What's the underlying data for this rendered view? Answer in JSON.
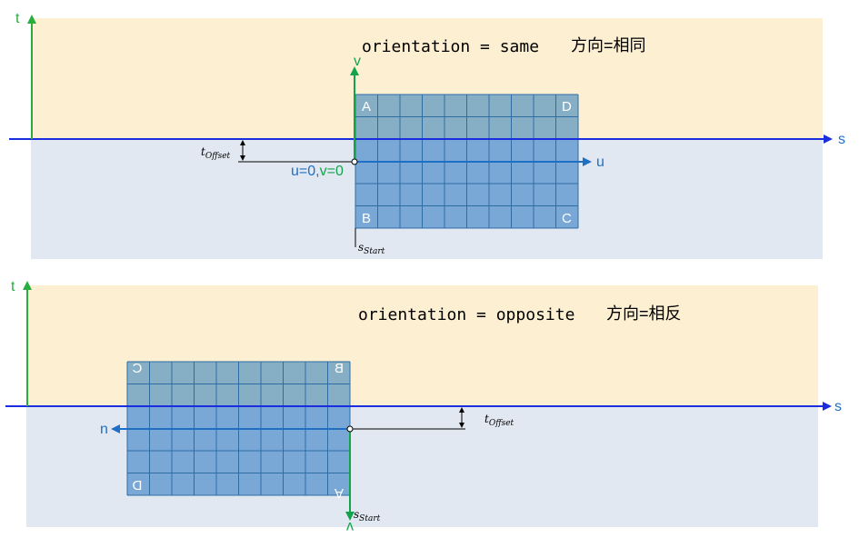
{
  "colors": {
    "above_band": "#fdf0d2",
    "below_band": "#e2e8f2",
    "ref_line": "#1a2ee0",
    "t_axis": "#27ae3f",
    "v_axis": "#13a44b",
    "u_axis": "#1f6fc4",
    "grid_upper_fill": "#86afc6",
    "grid_lower_fill": "#79a7d6",
    "grid_line": "#2e6da4",
    "label_blue": "#2a6bb3"
  },
  "top_panel": {
    "orientation_text": "orientation = same",
    "chinese_text": "方向=相同",
    "t_axis_label": "t",
    "s_axis_label": "s",
    "v_axis_label": "v",
    "u_axis_label": "u",
    "origin_label_u": "u=0,",
    "origin_label_v": "v=0",
    "t_offset_base": "t",
    "t_offset_sub": "Offset",
    "s_start_base": "s",
    "s_start_sub": "Start",
    "corner_A": "A",
    "corner_B": "B",
    "corner_C": "C",
    "corner_D": "D"
  },
  "bottom_panel": {
    "orientation_text": "orientation = opposite",
    "chinese_text": "方向=相反",
    "t_axis_label": "t",
    "s_axis_label": "s",
    "n_axis_label": "n",
    "v_axis_label": "v",
    "t_offset_base": "t",
    "t_offset_sub": "Offset",
    "s_start_base": "s",
    "s_start_sub": "Start",
    "corner_A": "A",
    "corner_B": "B",
    "corner_C": "C",
    "corner_D": "D"
  }
}
